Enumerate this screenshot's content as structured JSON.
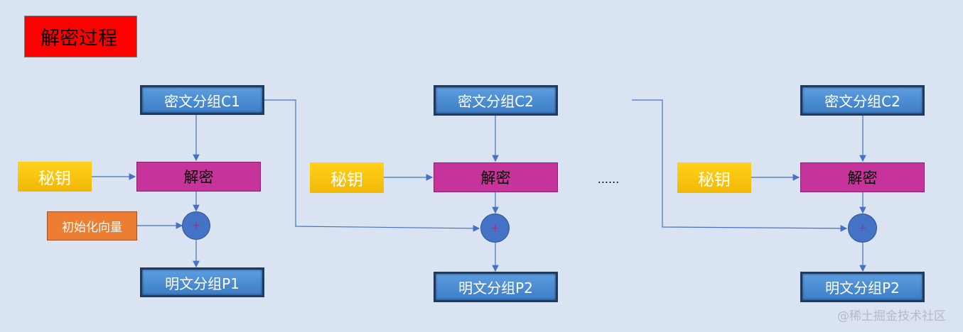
{
  "title": "解密过程",
  "blocks": [
    {
      "cipher": "密文分组C1",
      "key": "秘钥",
      "decrypt": "解密",
      "iv": "初始化向量",
      "xor": "+",
      "plain": "明文分组P1"
    },
    {
      "cipher": "密文分组C2",
      "key": "秘钥",
      "decrypt": "解密",
      "xor": "+",
      "plain": "明文分组P2"
    },
    {
      "cipher": "密文分组C2",
      "key": "秘钥",
      "decrypt": "解密",
      "xor": "+",
      "plain": "明文分组P2"
    }
  ],
  "ellipsis": "......",
  "watermark": "@稀土掘金技术社区",
  "colors": {
    "background": "#dae3f2",
    "title_box": "#ff0000",
    "cipher_box": "#4a8ad4",
    "key_box": "#ffc000",
    "decrypt_box": "#c6339a",
    "iv_box": "#ed7d31",
    "xor_node": "#4472c4",
    "arrow": "#4472c4"
  }
}
